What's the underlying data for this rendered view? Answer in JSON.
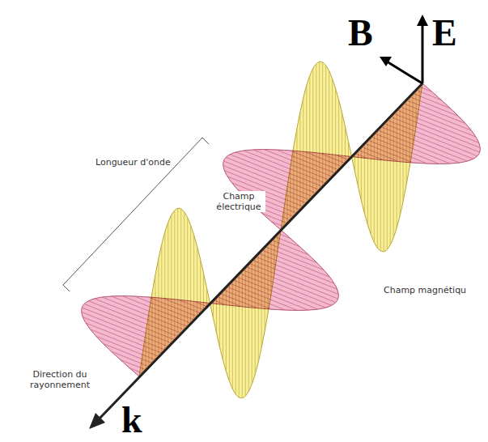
{
  "diagram": {
    "labels": [
      "B",
      "E",
      "Longueur d'onde",
      "Champ électrique",
      "Champ magnétiqu",
      "Direction du rayonnement",
      "k"
    ]
  }
}
